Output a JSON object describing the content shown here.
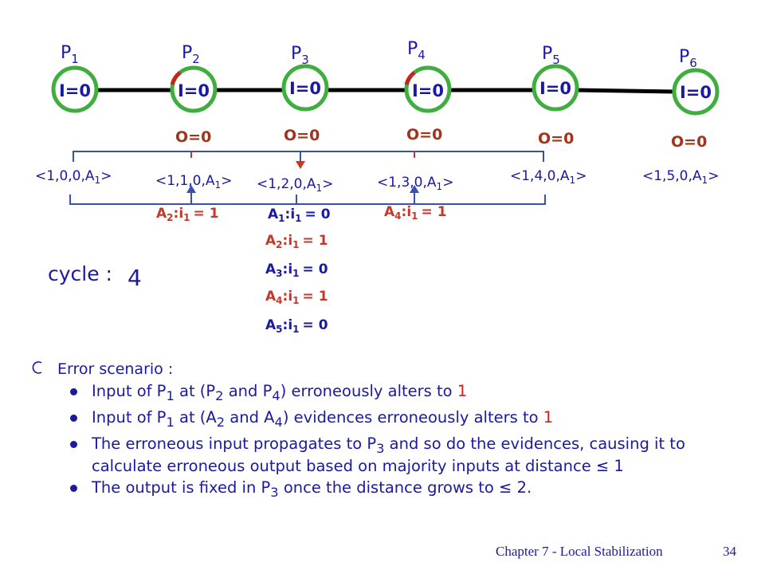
{
  "nodes": [
    {
      "label": "P",
      "sub": "1",
      "input": "I=0",
      "output": "",
      "tuple": "<1,0,0,A",
      "tuple_sub": "1",
      "tuple_end": ">"
    },
    {
      "label": "P",
      "sub": "2",
      "input": "I=0",
      "output": "O=0",
      "tuple": "<1,1,0,A",
      "tuple_sub": "1",
      "tuple_end": ">"
    },
    {
      "label": "P",
      "sub": "3",
      "input": "I=0",
      "output": "O=0",
      "tuple": "<1,2,0,A",
      "tuple_sub": "1",
      "tuple_end": ">"
    },
    {
      "label": "P",
      "sub": "4",
      "input": "I=0",
      "output": "O=0",
      "tuple": "<1,3,0,A",
      "tuple_sub": "1",
      "tuple_end": ">"
    },
    {
      "label": "P",
      "sub": "5",
      "input": "I=0",
      "output": "O=0",
      "tuple": "<1,4,0,A",
      "tuple_sub": "1",
      "tuple_end": ">"
    },
    {
      "label": "P",
      "sub": "6",
      "input": "I=0",
      "output": "O=0",
      "tuple": "<1,5,0,A",
      "tuple_sub": "1",
      "tuple_end": ">"
    }
  ],
  "evidence_row": [
    {
      "a": "A",
      "a_sub": "2",
      "mid": ":i",
      "i_sub": "1",
      "val": "= 1"
    },
    {
      "a": "A",
      "a_sub": "1",
      "mid": ":i",
      "i_sub": "1",
      "val": "= 0"
    },
    {
      "a": "A",
      "a_sub": "4",
      "mid": ":i",
      "i_sub": "1",
      "val": "= 1"
    }
  ],
  "evidence_stack": [
    {
      "a": "A",
      "a_sub": "2",
      "mid": ":i",
      "i_sub": "1",
      "val": "= 1"
    },
    {
      "a": "A",
      "a_sub": "3",
      "mid": ":i",
      "i_sub": "1",
      "val": "= 0"
    },
    {
      "a": "A",
      "a_sub": "4",
      "mid": ":i",
      "i_sub": "1",
      "val": "= 1"
    },
    {
      "a": "A",
      "a_sub": "5",
      "mid": ":i",
      "i_sub": "1",
      "val": "= 0"
    }
  ],
  "cycle": {
    "label": "cycle :",
    "value": "4"
  },
  "bullets": {
    "heading": "Error scenario :",
    "items": [
      {
        "parts": [
          "Input of P",
          "1",
          " at (P",
          "2",
          " and P",
          "4",
          ") erroneously alters to ",
          "1"
        ]
      },
      {
        "parts": [
          "Input of P",
          "1",
          " at (A",
          "2",
          " and A",
          "4",
          ") evidences erroneously alters to ",
          "1"
        ]
      },
      {
        "parts": [
          "The erroneous input propagates to P",
          "3",
          " and so do the evidences, causing it to calculate erroneous output based on majority inputs at distance ≤ 1"
        ]
      },
      {
        "parts": [
          "The output is fixed in ",
          "P",
          "3",
          " once the distance grows to ≤ 2."
        ]
      }
    ]
  },
  "footer": {
    "title": "Chapter 7 - Local Stabilization",
    "page": "34"
  },
  "colors": {
    "green": "#3fae3f",
    "blue": "#1a1aa0",
    "red": "#c8241b",
    "dark_red": "#a3331a",
    "evidence": "#c0392b",
    "bracket_blue": "#3a4fb0",
    "bracket_red": "#c0392b"
  }
}
